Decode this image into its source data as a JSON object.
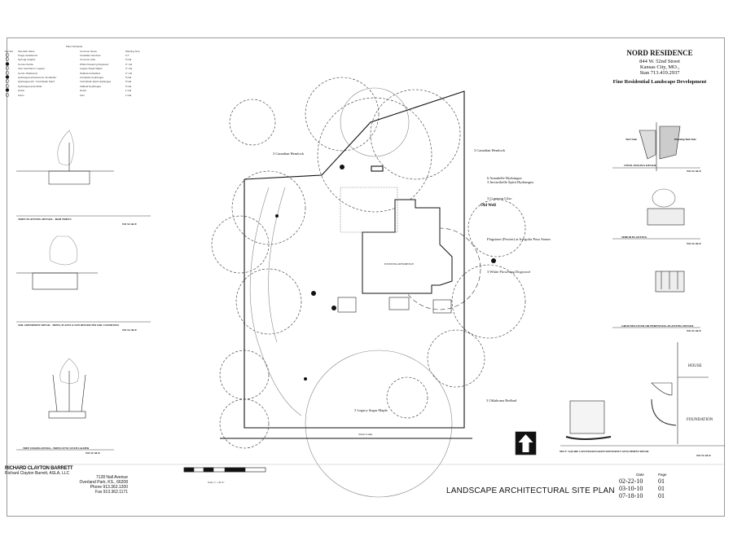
{
  "title_block": {
    "project": "NORD RESIDENCE",
    "address": "844 W. 52nd Street",
    "city": "Kansas City, MO.,",
    "contact": "Stan  713.419.2937",
    "tagline": "Fine Residential Landscape Development"
  },
  "legend": {
    "title": "Plant Schedule",
    "headers": [
      "Symbol",
      "Scientific Name",
      "Common Name",
      "Planting Size"
    ],
    "rows": [
      [
        "Tsuga canadensis",
        "Canadian Hemlock",
        "6-7'"
      ],
      [
        "Syringa vulgaris",
        "Common Lilac",
        "5 Gal"
      ],
      [
        "Cornus florida",
        "White Flowering Dogwood",
        "2\" Cal"
      ],
      [
        "Acer saccharum 'Legacy'",
        "Legacy Sugar Maple",
        "3\" Cal"
      ],
      [
        "Cercis 'Oklahoma'",
        "Oklahoma Redbud",
        "2\" Cal"
      ],
      [
        "Hydrangea arborescens 'Annabelle'",
        "Annabelle Hydrangea",
        "5 Gal"
      ],
      [
        "Hydrangea arb. 'Invincibelle Spirit'",
        "Invincibelle Spirit Hydrangea",
        "5 Gal"
      ],
      [
        "Hydrangea quercifolia",
        "Oakleaf Hydrangea",
        "5 Gal"
      ],
      [
        "Hosta",
        "Hosta",
        "1 Gal"
      ],
      [
        "Ferns",
        "Fern",
        "1 Gal"
      ]
    ]
  },
  "details_left": [
    {
      "title": "TREE PLANTING DETAIL - B&B TREES",
      "scale": "NO SCALE"
    },
    {
      "title": "SOIL AMENDMENT DETAIL - TREES, PLANTS & NON RESTRICTED SOIL CONDITIONS",
      "scale": "NO SCALE"
    },
    {
      "title": "TREE STAKING DETAIL - TREES UP TO 3 INCH CALIPER",
      "scale": "NO SCALE"
    }
  ],
  "details_right": [
    {
      "title": "STEEL EDGING DETAIL",
      "scale": "NO SCALE",
      "labels": [
        "Turf Side",
        "Planting Bed Side"
      ]
    },
    {
      "title": "SHRUB PLANTING",
      "scale": "NO SCALE"
    },
    {
      "title": "GROUNDCOVER OR PERENNIAL PLANTING DETAIL",
      "scale": "NO SCALE"
    },
    {
      "title": "NDS 9\" SQUARE CATCH BASIN/GRATE DOWNSPOUT ATTACHMENT DETAIL",
      "scale": "NO SCALE",
      "labels": [
        "HOUSE",
        "FOUNDATION"
      ]
    }
  ],
  "plan": {
    "house_label": "EXISTING RESIDENCE",
    "labels": {
      "hemlock_left": "3 Canadian Hemlock",
      "hemlock_right": "3 Canadian Hemlock",
      "hydrangea_1": "6 Annabelle Hydrangea",
      "hydrangea_2": "3 Invincibelle Spirit Hydrangea",
      "lilac": "3 Common Lilac",
      "old_well": "Old Well",
      "flagstone": "Flagstone (Pewter) at Irregular Pour Stones",
      "dogwood": "3 White Flowering Dogwood",
      "redbud": "3 Oklahoma Redbud",
      "maple": "3 Legacy Sugar Maple",
      "street_lamp": "Street Lamp"
    },
    "scale_text": "Scale 1\" = 20'-0\""
  },
  "firm": {
    "name": "RICHARD CLAYTON BARRETT",
    "subtitle": "Richard Clayton Barrett, ASLA, LLC",
    "address1": "7128 Nall Avenue",
    "address2": "Overland Park, KS., 66208",
    "phone": "Phone 913.362.1200",
    "fax": "Fax 913.362.1171"
  },
  "sheet": {
    "title": "LANDSCAPE ARCHITECTURAL SITE PLAN",
    "date_header": "Date",
    "page_header": "Page",
    "revisions": [
      {
        "date": "02-22-10",
        "page": "01"
      },
      {
        "date": "03-10-10",
        "page": "01"
      },
      {
        "date": "07-18-10",
        "page": "01"
      }
    ]
  }
}
